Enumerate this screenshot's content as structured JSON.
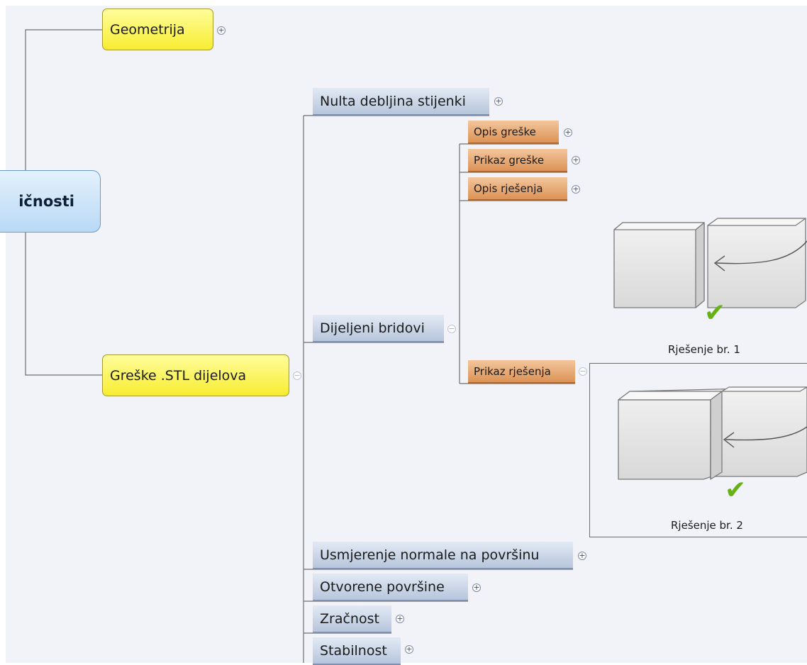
{
  "map": {
    "central_topic": "ičnosti",
    "main_topics": [
      "Geometrija",
      "Greške .STL dijelova"
    ],
    "subtopics": {
      "nulta": "Nulta debljina stijenki",
      "dijeljeni": "Dijeljeni bridovi",
      "usmjerenje": "Usmjerenje normale na površinu",
      "otvorene": "Otvorene površine",
      "zracnost": "Zračnost",
      "stabilnost": "Stabilnost"
    },
    "details": {
      "opis_greske": "Opis greške",
      "prikaz_greske": "Prikaz greške",
      "opis_rjesenja": "Opis rješenja",
      "prikaz_rjesenja": "Prikaz rješenja"
    },
    "solutions": [
      "Rješenje br. 1",
      "Rješenje br. 2"
    ]
  },
  "glyphs": {
    "expand": "+",
    "collapse": "−",
    "check": "✔"
  },
  "colors": {
    "main_topic_fill": "#f7ec30",
    "subtopic_fill": "#b7c6dc",
    "detail_fill": "#dc9256",
    "central_fill": "#b9d9f5",
    "check_green": "#66b114",
    "connector": "#6f6f6f"
  },
  "icons": [
    "expand-icon",
    "collapse-icon",
    "check-icon",
    "cube-illustration",
    "arrow-icon"
  ]
}
